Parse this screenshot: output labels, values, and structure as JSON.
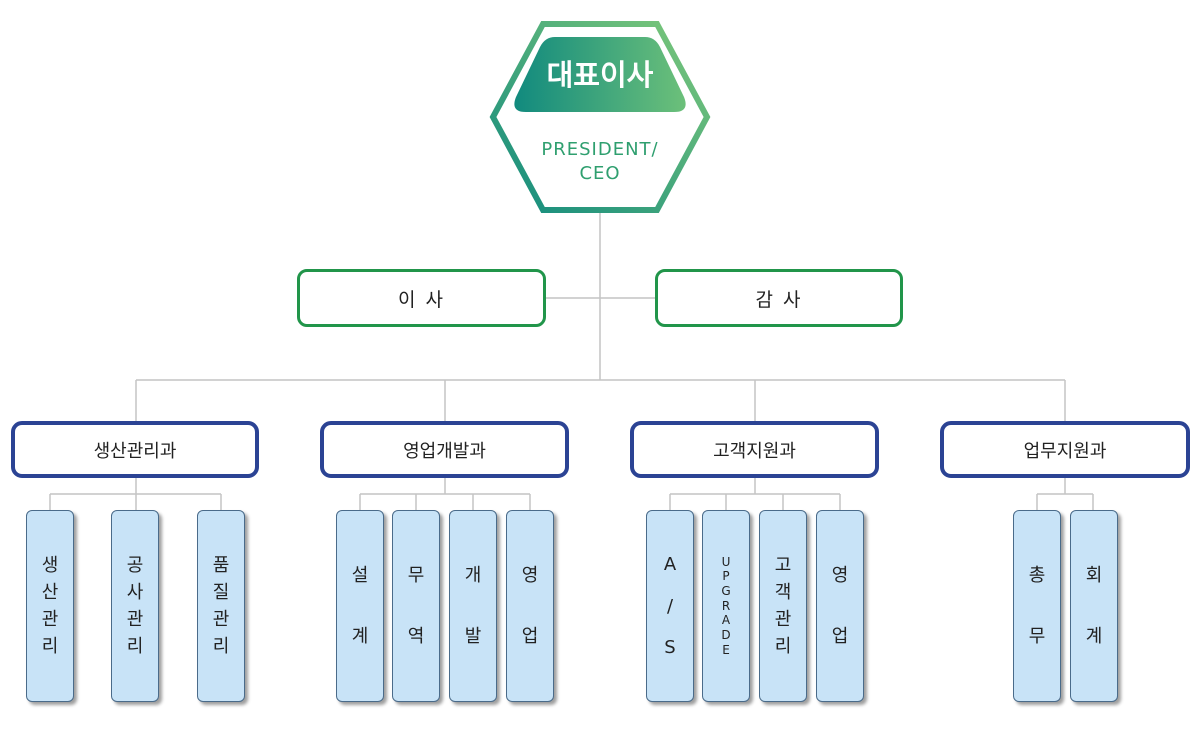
{
  "ceo": {
    "title": "대표이사",
    "subtitle_line1": "PRESIDENT/",
    "subtitle_line2": "CEO"
  },
  "managers": [
    {
      "label": "이 사"
    },
    {
      "label": "감 사"
    }
  ],
  "departments": [
    {
      "label": "생산관리과",
      "teams": [
        [
          "생",
          "산",
          "관",
          "리"
        ],
        [
          "공",
          "사",
          "관",
          "리"
        ],
        [
          "품",
          "질",
          "관",
          "리"
        ]
      ]
    },
    {
      "label": "영업개발과",
      "teams": [
        [
          "설",
          "계"
        ],
        [
          "무",
          "역"
        ],
        [
          "개",
          "발"
        ],
        [
          "영",
          "업"
        ]
      ]
    },
    {
      "label": "고객지원과",
      "teams": [
        [
          "A",
          "/",
          "S"
        ],
        [
          "U",
          "P",
          "G",
          "R",
          "A",
          "D",
          "E"
        ],
        [
          "고",
          "객",
          "관",
          "리"
        ],
        [
          "영",
          "업"
        ]
      ]
    },
    {
      "label": "업무지원과",
      "teams": [
        [
          "총",
          "무"
        ],
        [
          "회",
          "계"
        ]
      ]
    }
  ],
  "colors": {
    "ceo_gradient_start": "#118a7e",
    "ceo_gradient_end": "#7fc97a",
    "manager_border": "#21954a",
    "department_border": "#2b4394",
    "team_fill": "#c8e3f7",
    "connector": "#c4c4c4"
  }
}
